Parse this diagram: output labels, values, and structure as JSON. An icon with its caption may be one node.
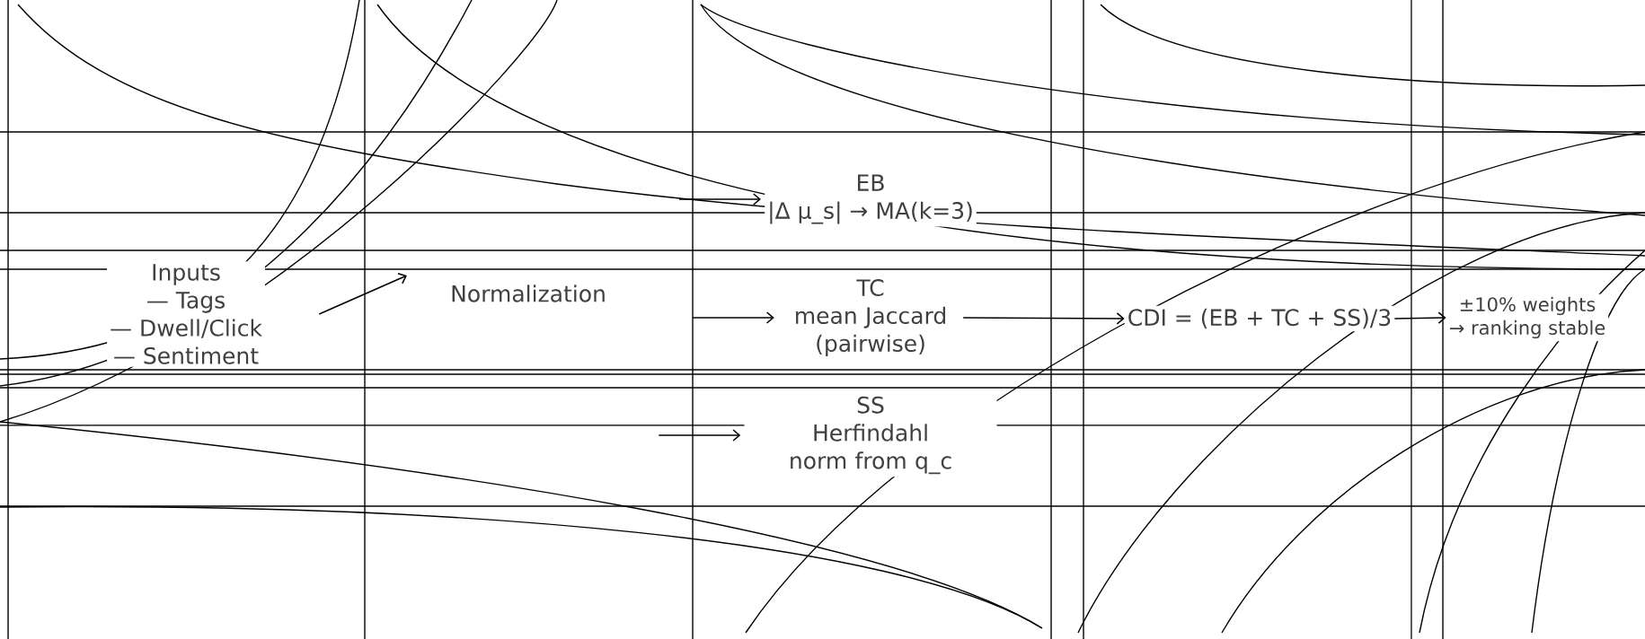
{
  "diagram": {
    "nodes": [
      {
        "text": [
          "Inputs",
          "— Tags",
          "— Dwell/Click",
          "— Sentiment"
        ]
      },
      {
        "text": [
          "Normalization"
        ]
      },
      {
        "text": [
          "EB",
          "|Δ μ_s| → MA(k=3)"
        ]
      },
      {
        "text": [
          "TC",
          "mean Jaccard (pairwise)"
        ]
      },
      {
        "text": [
          "SS",
          "Herfindahl norm from q_c"
        ]
      },
      {
        "text": [
          "CDI = (EB + TC + SS)/3"
        ]
      },
      {
        "text": [
          "±10% weights",
          "→ ranking stable"
        ]
      }
    ],
    "edges": [
      {
        "from": 0,
        "to": 1,
        "arrow": "to"
      },
      {
        "from": null,
        "to": 2,
        "arrow": "to"
      },
      {
        "from": null,
        "to": 3,
        "arrow": "to"
      },
      {
        "from": null,
        "to": 4,
        "arrow": "to"
      },
      {
        "from": 3,
        "to": 5,
        "arrow": "to"
      },
      {
        "from": 5,
        "to": 6,
        "arrow": "to"
      }
    ]
  }
}
